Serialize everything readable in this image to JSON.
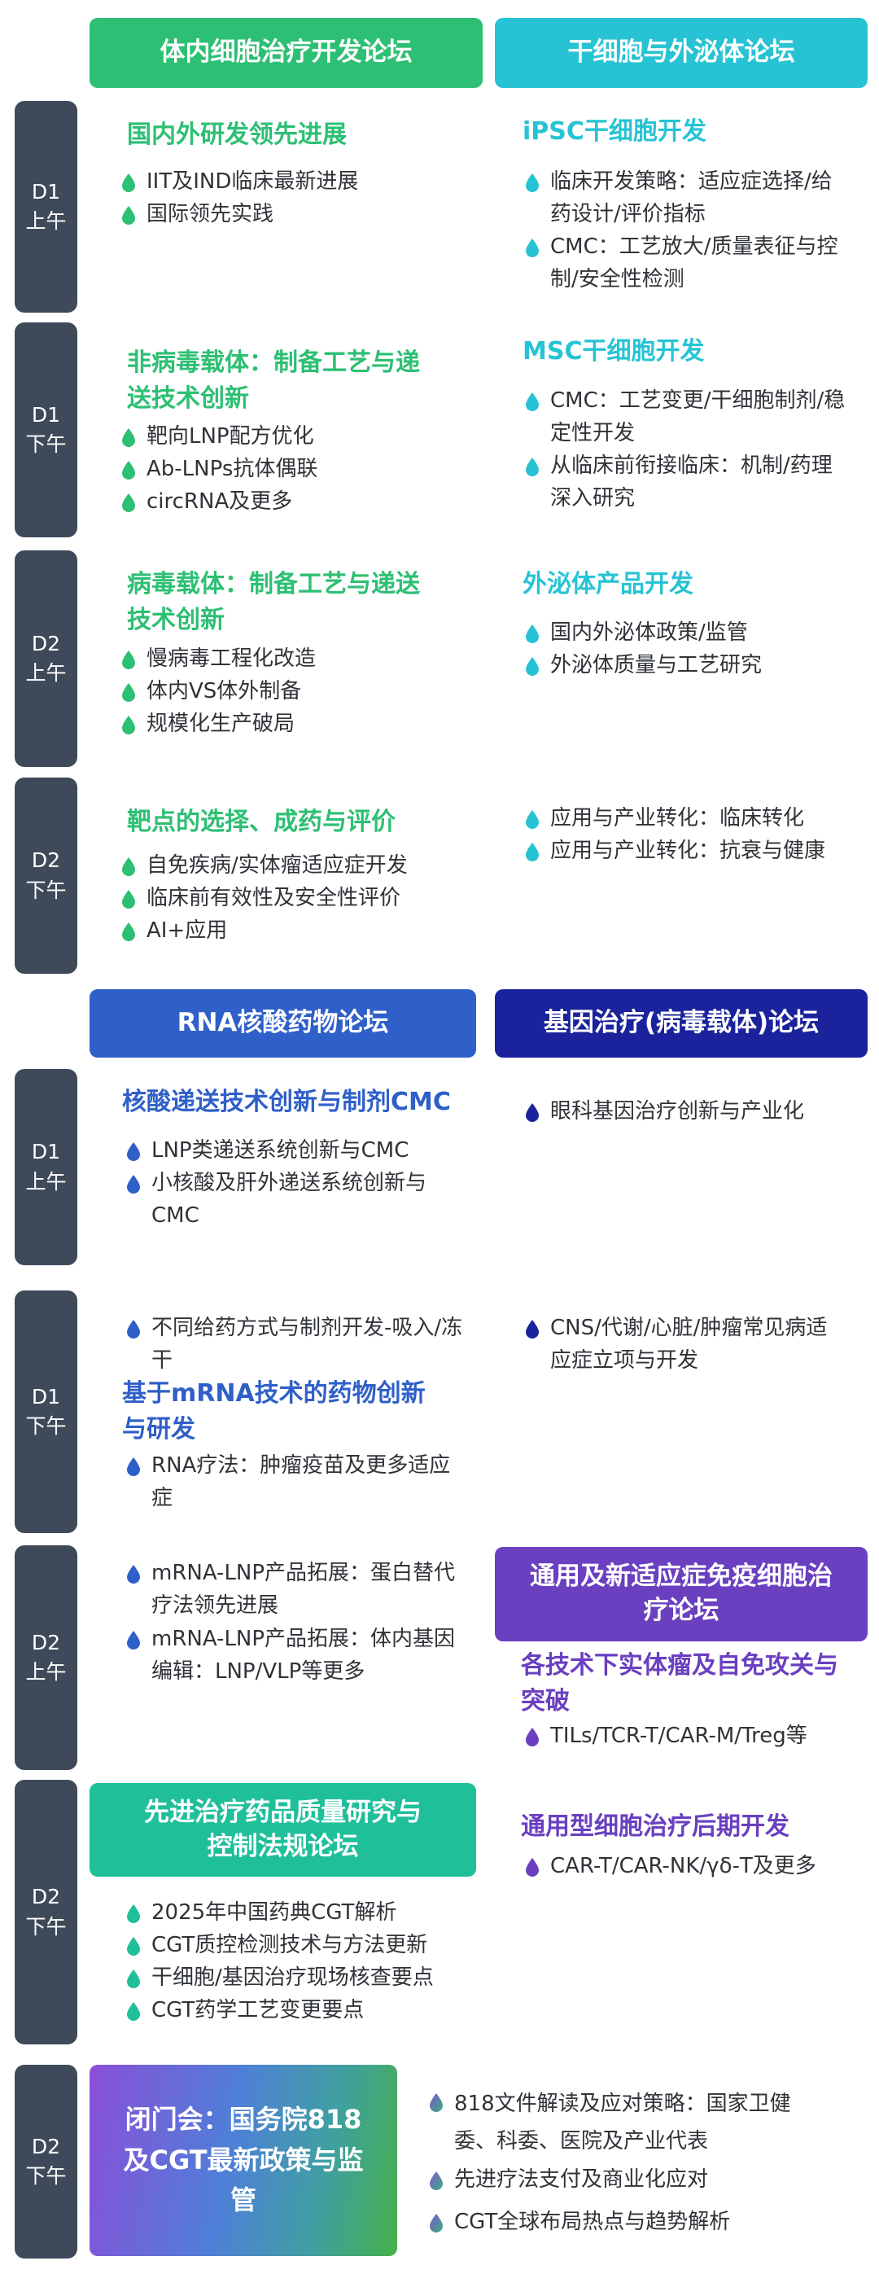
{
  "colors": {
    "green": "#2dbf73",
    "teal": "#27c3d4",
    "blue": "#2f5fc8",
    "navy": "#1a239c",
    "purple": "#6a3fc0",
    "qc_green": "#1fbf9a",
    "day_box": "#3e4a5a"
  },
  "forums": {
    "invivo": "体内细胞治疗开发论坛",
    "stem": "干细胞与外泌体论坛",
    "rna": "RNA核酸药物论坛",
    "gene": "基因治疗(病毒载体)论坛",
    "immune": "通用及新适应症免疫细胞治疗论坛",
    "quality": "先进治疗药品质量研究与控制法规论坛",
    "closing": "闭门会：国务院818及CGT最新政策与监管"
  },
  "days": {
    "d1": "D1",
    "d2": "D2",
    "am": "上午",
    "pm": "下午"
  },
  "s1": {
    "left_r1_title": "国内外研发领先进展",
    "left_r1_items": [
      "IIT及IND临床最新进展",
      "国际领先实践"
    ],
    "right_r1_title": "iPSC干细胞开发",
    "right_r1_items": [
      "临床开发策略：适应症选择/给药设计/评价指标",
      "CMC：工艺放大/质量表征与控制/安全性检测"
    ],
    "left_r2_title": "非病毒载体：制备工艺与递送技术创新",
    "left_r2_items": [
      "靶向LNP配方优化",
      "Ab-LNPs抗体偶联",
      "circRNA及更多"
    ],
    "right_r2_title": "MSC干细胞开发",
    "right_r2_items": [
      "CMC：工艺变更/干细胞制剂/稳定性开发",
      "从临床前衔接临床：机制/药理深入研究"
    ],
    "left_r3_title": "病毒载体：制备工艺与递送技术创新",
    "left_r3_items": [
      "慢病毒工程化改造",
      "体内VS体外制备",
      "规模化生产破局"
    ],
    "right_r3_title": "外泌体产品开发",
    "right_r3_items": [
      "国内外泌体政策/监管",
      "外泌体质量与工艺研究"
    ],
    "left_r4_title": "靶点的选择、成药与评价",
    "left_r4_items": [
      "自免疾病/实体瘤适应症开发",
      "临床前有效性及安全性评价",
      "AI+应用"
    ],
    "right_r4_items": [
      "应用与产业转化：临床转化",
      "应用与产业转化：抗衰与健康"
    ]
  },
  "s2": {
    "left_r1_title": "核酸递送技术创新与制剂CMC",
    "left_r1_items": [
      "LNP类递送系统创新与CMC",
      "小核酸及肝外递送系统创新与CMC"
    ],
    "right_r1_items": [
      "眼科基因治疗创新与产业化"
    ],
    "left_r2_item_a": "不同给药方式与制剂开发-吸入/冻干",
    "left_r2_title": "基于mRNA技术的药物创新与研发",
    "left_r2_item_b": "RNA疗法：肿瘤疫苗及更多适应症",
    "right_r2_items": [
      "CNS/代谢/心脏/肿瘤常见病适应症立项与开发"
    ],
    "left_r3_items": [
      "mRNA-LNP产品拓展：蛋白替代疗法领先进展",
      "mRNA-LNP产品拓展：体内基因编辑：LNP/VLP等更多"
    ],
    "right_r3_title": "各技术下实体瘤及自免攻关与突破",
    "right_r3_items": [
      "TILs/TCR-T/CAR-M/Treg等"
    ],
    "left_r4_items": [
      "2025年中国药典CGT解析",
      "CGT质控检测技术与方法更新",
      "干细胞/基因治疗现场核查要点",
      "CGT药学工艺变更要点"
    ],
    "right_r4_title": "通用型细胞治疗后期开发",
    "right_r4_items": [
      "CAR-T/CAR-NK/γδ-T及更多"
    ]
  },
  "s3": {
    "items": [
      "818文件解读及应对策略：国家卫健委、科委、医院及产业代表",
      "先进疗法支付及商业化应对",
      "CGT全球布局热点与趋势解析"
    ]
  }
}
